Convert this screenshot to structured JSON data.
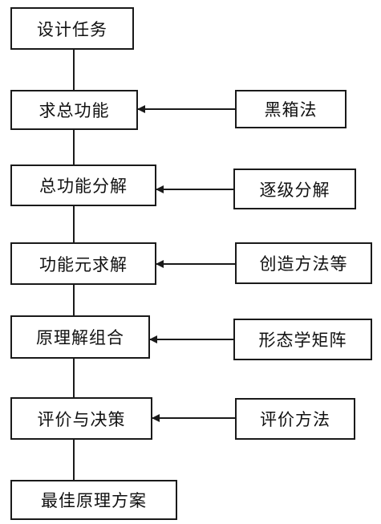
{
  "diagram": {
    "main_steps": [
      {
        "id": "step-1",
        "label": "设计任务"
      },
      {
        "id": "step-2",
        "label": "求总功能"
      },
      {
        "id": "step-3",
        "label": "总功能分解"
      },
      {
        "id": "step-4",
        "label": "功能元求解"
      },
      {
        "id": "step-5",
        "label": "原理解组合"
      },
      {
        "id": "step-6",
        "label": "评价与决策"
      },
      {
        "id": "step-7",
        "label": "最佳原理方案"
      }
    ],
    "methods": [
      {
        "id": "method-1",
        "label": "黑箱法",
        "target": "step-2"
      },
      {
        "id": "method-2",
        "label": "逐级分解",
        "target": "step-3"
      },
      {
        "id": "method-3",
        "label": "创造方法等",
        "target": "step-4"
      },
      {
        "id": "method-4",
        "label": "形态学矩阵",
        "target": "step-5"
      },
      {
        "id": "method-5",
        "label": "评价方法",
        "target": "step-6"
      }
    ]
  }
}
